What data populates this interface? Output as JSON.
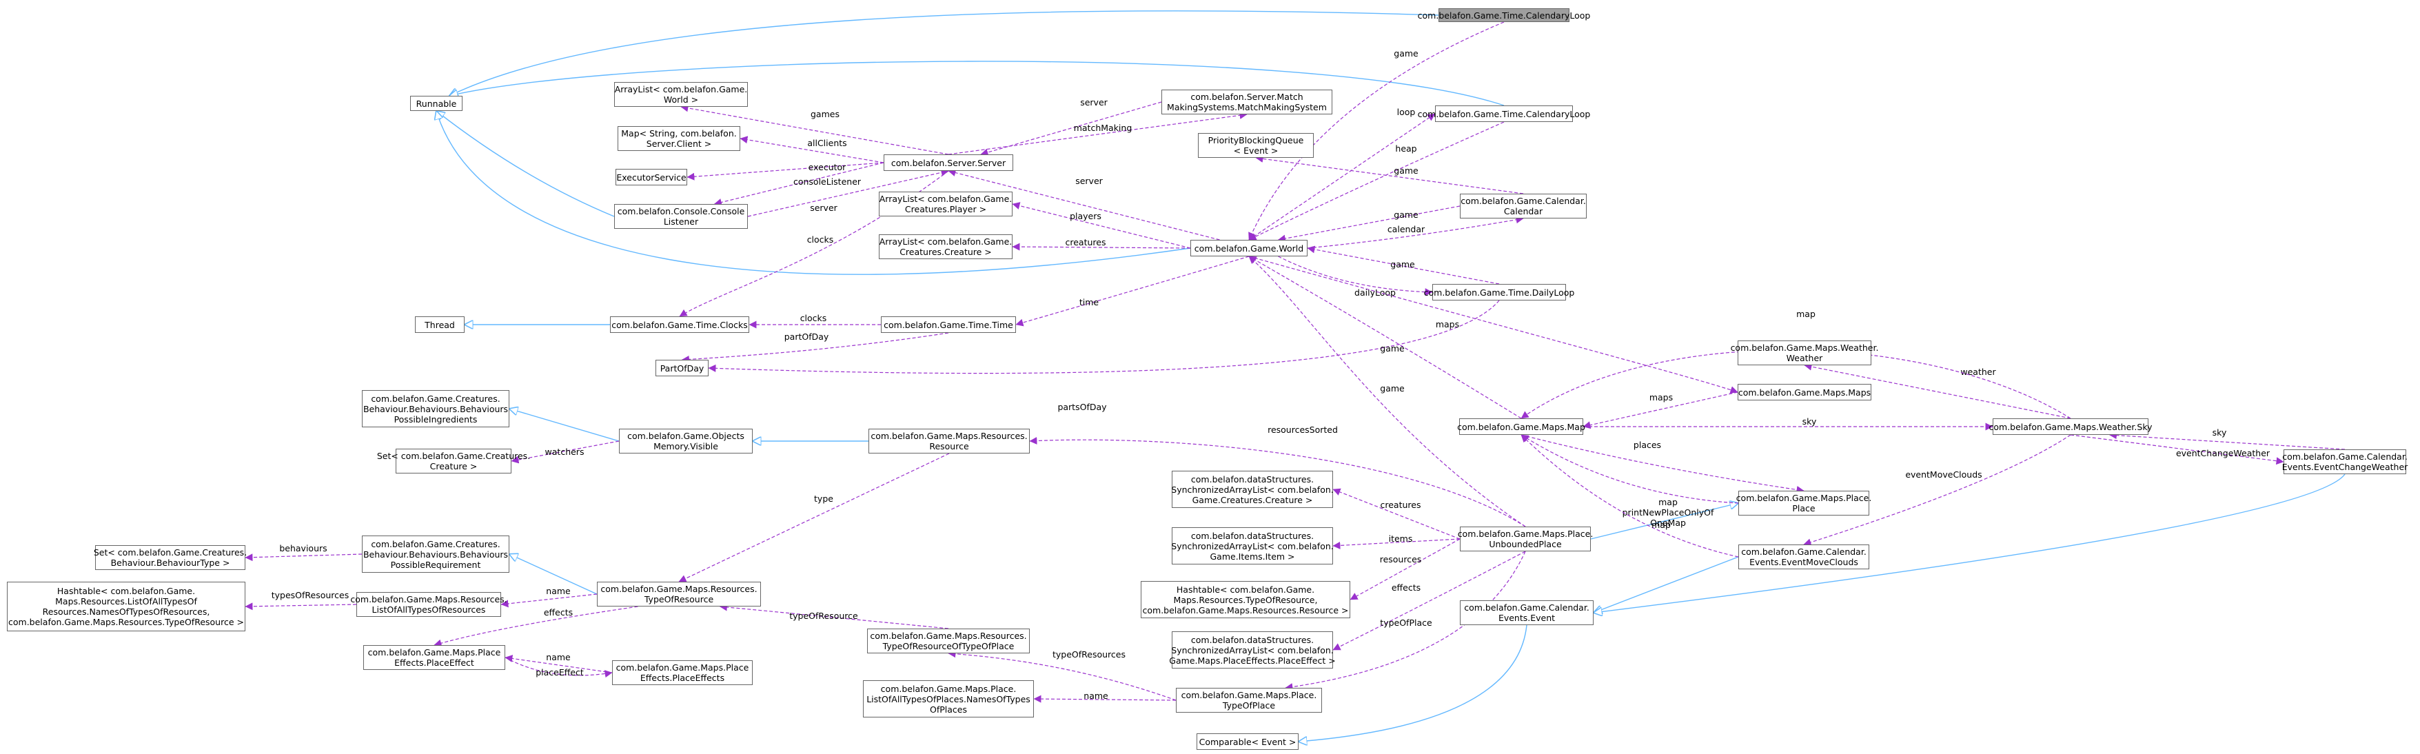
{
  "nodes": [
    {
      "id": "CalendaryLoopFocus",
      "lines": [
        "com.belafon.Game.Time.CalendaryLoop"
      ],
      "focus": true
    },
    {
      "id": "Runnable",
      "lines": [
        "Runnable"
      ]
    },
    {
      "id": "ArrayListWorld",
      "lines": [
        "ArrayList< com.belafon.Game.",
        "World >"
      ]
    },
    {
      "id": "MatchMaking",
      "lines": [
        "com.belafon.Server.Match",
        "MakingSystems.MatchMakingSystem"
      ]
    },
    {
      "id": "CalendaryLoop",
      "lines": [
        "com.belafon.Game.Time.CalendaryLoop"
      ]
    },
    {
      "id": "MapClient",
      "lines": [
        "Map< String, com.belafon.",
        "Server.Client >"
      ]
    },
    {
      "id": "PriorityQueue",
      "lines": [
        "PriorityBlockingQueue",
        "< Event >"
      ]
    },
    {
      "id": "Server",
      "lines": [
        "com.belafon.Server.Server"
      ]
    },
    {
      "id": "ExecutorService",
      "lines": [
        "ExecutorService"
      ]
    },
    {
      "id": "ArrayListPlayer",
      "lines": [
        "ArrayList< com.belafon.Game.",
        "Creatures.Player >"
      ]
    },
    {
      "id": "ConsoleListener",
      "lines": [
        "com.belafon.Console.Console",
        "Listener"
      ]
    },
    {
      "id": "Calendar",
      "lines": [
        "com.belafon.Game.Calendar.",
        "Calendar"
      ]
    },
    {
      "id": "ArrayListCreature",
      "lines": [
        "ArrayList< com.belafon.Game.",
        "Creatures.Creature >"
      ]
    },
    {
      "id": "World",
      "lines": [
        "com.belafon.Game.World"
      ]
    },
    {
      "id": "DailyLoop",
      "lines": [
        "com.belafon.Game.Time.DailyLoop"
      ]
    },
    {
      "id": "Thread",
      "lines": [
        "Thread"
      ]
    },
    {
      "id": "Clocks",
      "lines": [
        "com.belafon.Game.Time.Clocks"
      ]
    },
    {
      "id": "Time",
      "lines": [
        "com.belafon.Game.Time.Time"
      ]
    },
    {
      "id": "PartOfDay",
      "lines": [
        "PartOfDay"
      ]
    },
    {
      "id": "Weather",
      "lines": [
        "com.belafon.Game.Maps.Weather.",
        "Weather"
      ]
    },
    {
      "id": "BehavioursIngredients",
      "lines": [
        "com.belafon.Game.Creatures.",
        "Behaviour.Behaviours.Behaviours",
        "PossibleIngredients"
      ]
    },
    {
      "id": "Maps",
      "lines": [
        "com.belafon.Game.Maps.Maps"
      ]
    },
    {
      "id": "Map",
      "lines": [
        "com.belafon.Game.Maps.Map"
      ]
    },
    {
      "id": "Sky",
      "lines": [
        "com.belafon.Game.Maps.Weather.Sky"
      ]
    },
    {
      "id": "Visible",
      "lines": [
        "com.belafon.Game.Objects",
        "Memory.Visible"
      ]
    },
    {
      "id": "Resource",
      "lines": [
        "com.belafon.Game.Maps.Resources.",
        "Resource"
      ]
    },
    {
      "id": "SetCreature",
      "lines": [
        "Set< com.belafon.Game.Creatures.",
        "Creature >"
      ]
    },
    {
      "id": "EventChangeWeather",
      "lines": [
        "com.belafon.Game.Calendar.",
        "Events.EventChangeWeather"
      ]
    },
    {
      "id": "Place",
      "lines": [
        "com.belafon.Game.Maps.Place.",
        "Place"
      ]
    },
    {
      "id": "SyncCreature",
      "lines": [
        "com.belafon.dataStructures.",
        "SynchronizedArrayList< com.belafon.",
        "Game.Creatures.Creature >"
      ]
    },
    {
      "id": "UnboundedPlace",
      "lines": [
        "com.belafon.Game.Maps.Place.",
        "UnboundedPlace"
      ]
    },
    {
      "id": "SetBehaviourType",
      "lines": [
        "Set< com.belafon.Game.Creatures.",
        "Behaviour.BehaviourType >"
      ]
    },
    {
      "id": "BehavioursRequirement",
      "lines": [
        "com.belafon.Game.Creatures.",
        "Behaviour.Behaviours.Behaviours",
        "PossibleRequirement"
      ]
    },
    {
      "id": "SyncItem",
      "lines": [
        "com.belafon.dataStructures.",
        "SynchronizedArrayList< com.belafon.",
        "Game.Items.Item >"
      ]
    },
    {
      "id": "EventMoveClouds",
      "lines": [
        "com.belafon.Game.Calendar.",
        "Events.EventMoveClouds"
      ]
    },
    {
      "id": "HashtableNames",
      "lines": [
        "Hashtable< com.belafon.Game.",
        "Maps.Resources.ListOfAllTypesOf",
        "Resources.NamesOfTypesOfResources,",
        "com.belafon.Game.Maps.Resources.TypeOfResource >"
      ]
    },
    {
      "id": "ListOfAllTypesOfResources",
      "lines": [
        "com.belafon.Game.Maps.Resources.",
        "ListOfAllTypesOfResources"
      ]
    },
    {
      "id": "TypeOfResource",
      "lines": [
        "com.belafon.Game.Maps.Resources.",
        "TypeOfResource"
      ]
    },
    {
      "id": "HashtableResource",
      "lines": [
        "Hashtable< com.belafon.Game.",
        "Maps.Resources.TypeOfResource,",
        "com.belafon.Game.Maps.Resources.Resource >"
      ]
    },
    {
      "id": "Event",
      "lines": [
        "com.belafon.Game.Calendar.",
        "Events.Event"
      ]
    },
    {
      "id": "PlaceEffect",
      "lines": [
        "com.belafon.Game.Maps.Place",
        "Effects.PlaceEffect"
      ]
    },
    {
      "id": "PlaceEffects",
      "lines": [
        "com.belafon.Game.Maps.Place",
        "Effects.PlaceEffects"
      ]
    },
    {
      "id": "TypeOfResourceOfTypeOfPlace",
      "lines": [
        "com.belafon.Game.Maps.Resources.",
        "TypeOfResourceOfTypeOfPlace"
      ]
    },
    {
      "id": "SyncPlaceEffect",
      "lines": [
        "com.belafon.dataStructures.",
        "SynchronizedArrayList< com.belafon.",
        "Game.Maps.PlaceEffects.PlaceEffect >"
      ]
    },
    {
      "id": "NamesOfTypesOfPlaces",
      "lines": [
        "com.belafon.Game.Maps.Place.",
        "ListOfAllTypesOfPlaces.NamesOfTypes",
        "OfPlaces"
      ]
    },
    {
      "id": "TypeOfPlace",
      "lines": [
        "com.belafon.Game.Maps.Place.",
        "TypeOfPlace"
      ]
    },
    {
      "id": "Comparable",
      "lines": [
        "Comparable< Event >"
      ]
    }
  ],
  "edges": [
    {
      "kind": "inherit",
      "from": "CalendaryLoopFocus",
      "to": "Runnable",
      "label": ""
    },
    {
      "kind": "inherit",
      "from": "CalendaryLoop",
      "to": "Runnable",
      "label": ""
    },
    {
      "kind": "inherit",
      "from": "ConsoleListener",
      "to": "Runnable",
      "label": ""
    },
    {
      "kind": "inherit",
      "from": "World",
      "to": "Runnable",
      "label": ""
    },
    {
      "kind": "inherit",
      "from": "Clocks",
      "to": "Thread",
      "label": ""
    },
    {
      "kind": "inherit",
      "from": "Visible",
      "to": "BehavioursIngredients",
      "label": ""
    },
    {
      "kind": "inherit",
      "from": "Resource",
      "to": "Visible",
      "label": ""
    },
    {
      "kind": "inherit",
      "from": "TypeOfResource",
      "to": "BehavioursRequirement",
      "label": ""
    },
    {
      "kind": "inherit",
      "from": "UnboundedPlace",
      "to": "Place",
      "label": ""
    },
    {
      "kind": "inherit",
      "from": "EventMoveClouds",
      "to": "Event",
      "label": ""
    },
    {
      "kind": "inherit",
      "from": "EventChangeWeather",
      "to": "Event",
      "label": ""
    },
    {
      "kind": "inherit",
      "from": "Event",
      "to": "Comparable",
      "label": ""
    },
    {
      "kind": "use",
      "from": "CalendaryLoopFocus",
      "to": "World",
      "label": "game"
    },
    {
      "kind": "use",
      "from": "Server",
      "to": "ArrayListWorld",
      "label": "games"
    },
    {
      "kind": "use",
      "from": "MatchMaking",
      "to": "Server",
      "label": "server"
    },
    {
      "kind": "use",
      "from": "Server",
      "to": "MatchMaking",
      "label": "matchMaking"
    },
    {
      "kind": "use",
      "from": "Server",
      "to": "MapClient",
      "label": "allClients"
    },
    {
      "kind": "use",
      "from": "Server",
      "to": "ExecutorService",
      "label": "executor"
    },
    {
      "kind": "use",
      "from": "Server",
      "to": "ConsoleListener",
      "label": "consoleListener"
    },
    {
      "kind": "use",
      "from": "ConsoleListener",
      "to": "Server",
      "label": "server"
    },
    {
      "kind": "use",
      "from": "Server",
      "to": "Clocks",
      "label": "clocks"
    },
    {
      "kind": "use",
      "from": "World",
      "to": "Server",
      "label": "server"
    },
    {
      "kind": "use",
      "from": "World",
      "to": "CalendaryLoop",
      "label": "loop"
    },
    {
      "kind": "use",
      "from": "CalendaryLoop",
      "to": "World",
      "label": "game"
    },
    {
      "kind": "use",
      "from": "Calendar",
      "to": "PriorityQueue",
      "label": "heap"
    },
    {
      "kind": "use",
      "from": "Calendar",
      "to": "World",
      "label": "game"
    },
    {
      "kind": "use",
      "from": "World",
      "to": "Calendar",
      "label": "calendar"
    },
    {
      "kind": "use",
      "from": "World",
      "to": "ArrayListPlayer",
      "label": "players"
    },
    {
      "kind": "use",
      "from": "World",
      "to": "ArrayListCreature",
      "label": "creatures"
    },
    {
      "kind": "use",
      "from": "World",
      "to": "DailyLoop",
      "label": "dailyLoop"
    },
    {
      "kind": "use",
      "from": "DailyLoop",
      "to": "World",
      "label": "game"
    },
    {
      "kind": "use",
      "from": "World",
      "to": "Time",
      "label": "time"
    },
    {
      "kind": "use",
      "from": "Time",
      "to": "Clocks",
      "label": "clocks"
    },
    {
      "kind": "use",
      "from": "Time",
      "to": "PartOfDay",
      "label": "partOfDay"
    },
    {
      "kind": "use",
      "from": "DailyLoop",
      "to": "PartOfDay",
      "label": "partsOfDay"
    },
    {
      "kind": "use",
      "from": "World",
      "to": "Maps",
      "label": "maps"
    },
    {
      "kind": "use",
      "from": "Map",
      "to": "World",
      "label": "game"
    },
    {
      "kind": "use",
      "from": "UnboundedPlace",
      "to": "World",
      "label": "game"
    },
    {
      "kind": "use",
      "from": "Maps",
      "to": "Map",
      "label": "maps"
    },
    {
      "kind": "use",
      "from": "Sky",
      "to": "Weather",
      "label": "weather"
    },
    {
      "kind": "use",
      "from": "Sky",
      "to": "Map",
      "label": "map"
    },
    {
      "kind": "use",
      "from": "Map",
      "to": "Sky",
      "label": "sky"
    },
    {
      "kind": "use",
      "from": "EventChangeWeather",
      "to": "Sky",
      "label": "sky"
    },
    {
      "kind": "use",
      "from": "Sky",
      "to": "EventChangeWeather",
      "label": "eventChangeWeather"
    },
    {
      "kind": "use",
      "from": "Sky",
      "to": "EventMoveClouds",
      "label": "eventMoveClouds"
    },
    {
      "kind": "use",
      "from": "Visible",
      "to": "SetCreature",
      "label": "watchers"
    },
    {
      "kind": "use",
      "from": "UnboundedPlace",
      "to": "Resource",
      "label": "resourcesSorted"
    },
    {
      "kind": "use",
      "from": "Resource",
      "to": "TypeOfResource",
      "label": "type"
    },
    {
      "kind": "use",
      "from": "Map",
      "to": "Place",
      "label": "places"
    },
    {
      "kind": "use",
      "from": "Place",
      "to": "Map",
      "label": "map\nprintNewPlaceOnlyOf\nOneMap"
    },
    {
      "kind": "use",
      "from": "EventMoveClouds",
      "to": "Map",
      "label": "map"
    },
    {
      "kind": "use",
      "from": "UnboundedPlace",
      "to": "SyncCreature",
      "label": "creatures"
    },
    {
      "kind": "use",
      "from": "UnboundedPlace",
      "to": "SyncItem",
      "label": "items"
    },
    {
      "kind": "use",
      "from": "UnboundedPlace",
      "to": "HashtableResource",
      "label": "resources"
    },
    {
      "kind": "use",
      "from": "UnboundedPlace",
      "to": "SyncPlaceEffect",
      "label": "effects"
    },
    {
      "kind": "use",
      "from": "UnboundedPlace",
      "to": "TypeOfPlace",
      "label": "typeOfPlace"
    },
    {
      "kind": "use",
      "from": "BehavioursRequirement",
      "to": "SetBehaviourType",
      "label": "behaviours"
    },
    {
      "kind": "use",
      "from": "ListOfAllTypesOfResources",
      "to": "HashtableNames",
      "label": "typesOfResources"
    },
    {
      "kind": "use",
      "from": "TypeOfResource",
      "to": "ListOfAllTypesOfResources",
      "label": "name"
    },
    {
      "kind": "use",
      "from": "TypeOfResource",
      "to": "PlaceEffect",
      "label": "effects"
    },
    {
      "kind": "use",
      "from": "PlaceEffects",
      "to": "PlaceEffect",
      "label": "name"
    },
    {
      "kind": "use",
      "from": "PlaceEffect",
      "to": "PlaceEffects",
      "label": "placeEffect"
    },
    {
      "kind": "use",
      "from": "TypeOfResourceOfTypeOfPlace",
      "to": "TypeOfResource",
      "label": "typeOfResource"
    },
    {
      "kind": "use",
      "from": "TypeOfPlace",
      "to": "TypeOfResourceOfTypeOfPlace",
      "label": "typeOfResources"
    },
    {
      "kind": "use",
      "from": "TypeOfPlace",
      "to": "NamesOfTypesOfPlaces",
      "label": "name"
    }
  ],
  "colors": {
    "inherit": "#63b8ff",
    "use": "#9a32cd",
    "node_border": "#666666",
    "focus_fill": "#9f9f9f"
  }
}
